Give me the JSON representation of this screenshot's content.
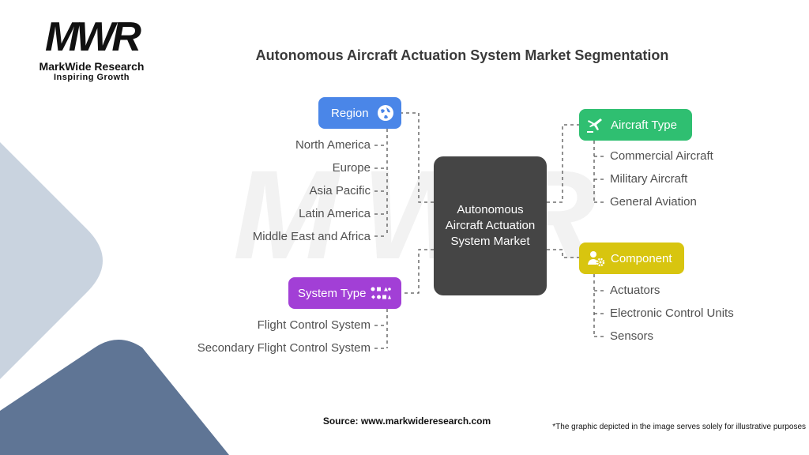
{
  "brand": {
    "mark": "MWR",
    "name": "MarkWide Research",
    "tagline": "Inspiring Growth"
  },
  "title": "Autonomous Aircraft Actuation System Market Segmentation",
  "center": "Autonomous Aircraft Actuation System Market",
  "segments": {
    "region": {
      "label": "Region",
      "color": "#4a86e8",
      "icon": "globe-icon",
      "items": [
        "North America",
        "Europe",
        "Asia Pacific",
        "Latin America",
        "Middle East and Africa"
      ]
    },
    "system_type": {
      "label": "System Type",
      "color": "#a23fd6",
      "icon": "shapes-grid-icon",
      "items": [
        "Flight Control System",
        "Secondary Flight Control System"
      ]
    },
    "aircraft_type": {
      "label": "Aircraft Type",
      "color": "#2fbf71",
      "icon": "aircraft-icon",
      "items": [
        "Commercial Aircraft",
        "Military Aircraft",
        "General Aviation"
      ]
    },
    "component": {
      "label": "Component",
      "color": "#d8c50f",
      "icon": "person-gear-icon",
      "items": [
        "Actuators",
        "Electronic Control Units",
        "Sensors"
      ]
    }
  },
  "footer": {
    "source": "Source: www.markwideresearch.com",
    "note": "*The graphic depicted in the image serves solely for illustrative purposes"
  }
}
